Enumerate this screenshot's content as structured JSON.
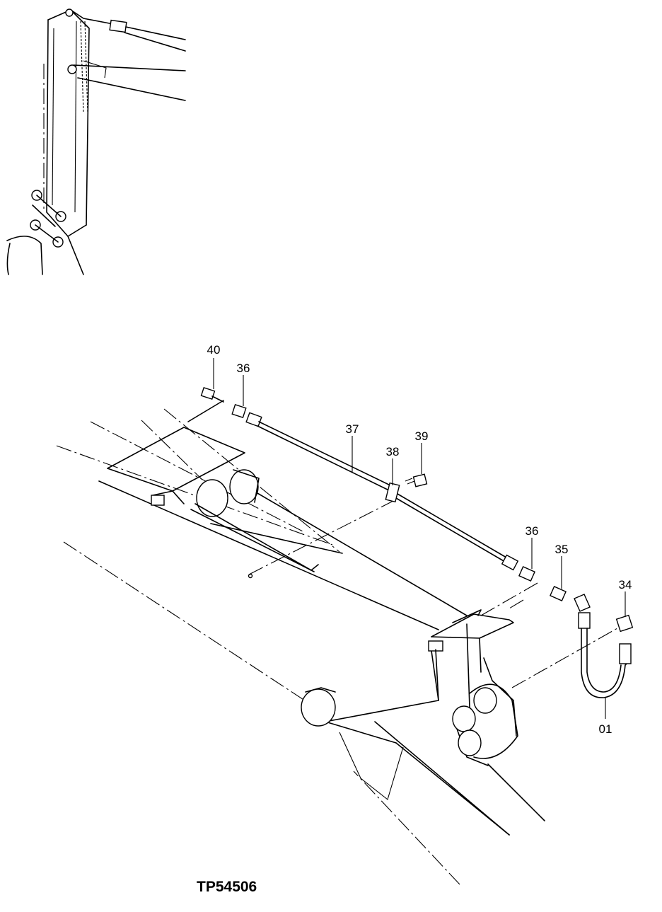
{
  "drawing_code": "TP54506",
  "callouts": [
    {
      "id": "c40",
      "text": "40"
    },
    {
      "id": "c36a",
      "text": "36"
    },
    {
      "id": "c37",
      "text": "37"
    },
    {
      "id": "c38",
      "text": "38"
    },
    {
      "id": "c39",
      "text": "39"
    },
    {
      "id": "c36b",
      "text": "36"
    },
    {
      "id": "c35",
      "text": "35"
    },
    {
      "id": "c34",
      "text": "34"
    },
    {
      "id": "c01",
      "text": "01"
    }
  ]
}
